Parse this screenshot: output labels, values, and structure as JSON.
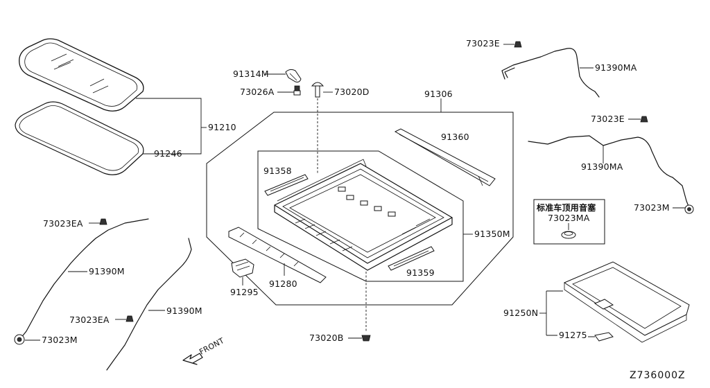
{
  "diagram_code": "Z736000Z",
  "direction_label": "FRONT",
  "inset_note": {
    "title": "标准车顶用音塞",
    "part": "73023MA"
  },
  "labels": {
    "p91314M": "91314M",
    "p73026A": "73026A",
    "p73020D": "73020D",
    "p91306": "91306",
    "p91210": "91210",
    "p91246": "91246",
    "p91360": "91360",
    "p91358": "91358",
    "p91350M": "91350M",
    "p91359": "91359",
    "p91295": "91295",
    "p91280": "91280",
    "p73020B": "73020B",
    "p73023E_top": "73023E",
    "p91390MA_top": "91390MA",
    "p73023E_mid": "73023E",
    "p91390MA_mid": "91390MA",
    "p73023M_right": "73023M",
    "p73023EA_left": "73023EA",
    "p91390M_left": "91390M",
    "p73023M_left": "73023M",
    "p73023EA_bottom": "73023EA",
    "p91390M_bottom": "91390M",
    "p91250N": "91250N",
    "p91275": "91275"
  }
}
